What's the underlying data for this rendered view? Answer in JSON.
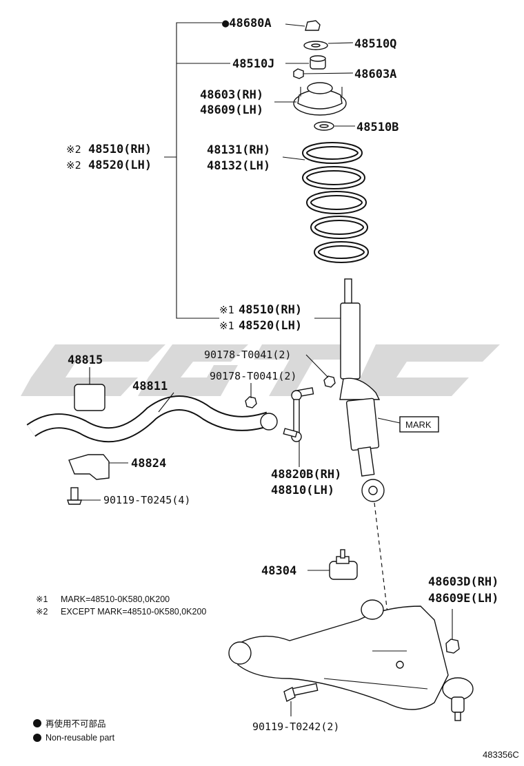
{
  "labels": {
    "l48680A": "●48680A",
    "l48510Q": "48510Q",
    "l48510J": "48510J",
    "l48603A": "48603A",
    "l48603": "48603(RH)",
    "l48609": "48609(LH)",
    "l48510B": "48510B",
    "l48510_2_sym": "※2",
    "l48510_2": "48510(RH)",
    "l48520_2_sym": "※2",
    "l48520_2": "48520(LH)",
    "l48131": "48131(RH)",
    "l48132": "48132(LH)",
    "l48510_1_sym": "※1",
    "l48510_1": "48510(RH)",
    "l48520_1_sym": "※1",
    "l48520_1": "48520(LH)",
    "l48815": "48815",
    "l48811": "48811",
    "l90178a": "90178-T0041(2)",
    "l90178b": "90178-T0041(2)",
    "mark": "MARK",
    "l48824": "48824",
    "l48820B": "48820B(RH)",
    "l48810": "48810(LH)",
    "l90119a": "90119-T0245(4)",
    "l48304": "48304",
    "l48603D": "48603D(RH)",
    "l48609E": "48609E(LH)",
    "l90119b": "90119-T0242(2)"
  },
  "notes": {
    "n1_sym": "※1",
    "n1_text": "MARK=48510-0K580,0K200",
    "n2_sym": "※2",
    "n2_text": "EXCEPT MARK=48510-0K580,0K200"
  },
  "legend": {
    "item_jp": "再使用不可部品",
    "item_en": "Non-reusable part"
  },
  "figure_code": "483356C",
  "colors": {
    "line": "#111111",
    "watermark": "#d9d9d9"
  }
}
